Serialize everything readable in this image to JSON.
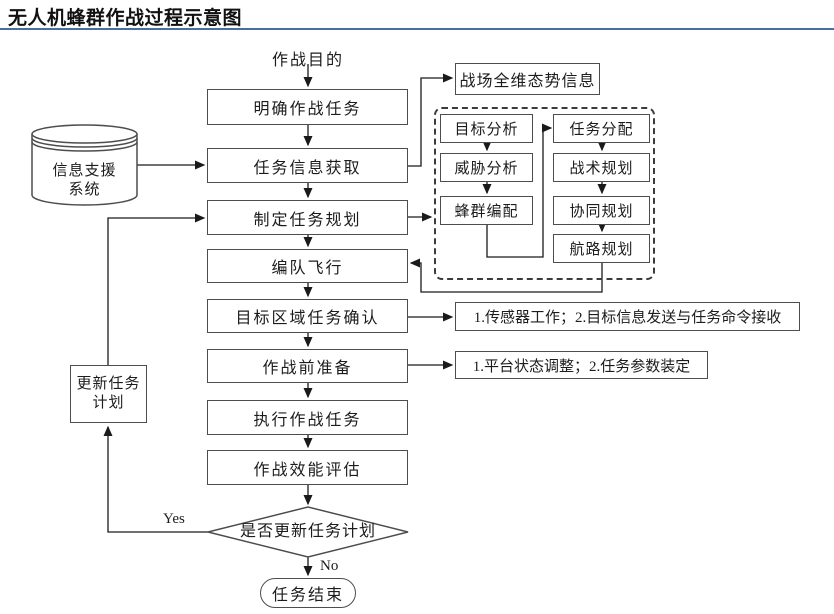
{
  "page": {
    "title": "无人机蜂群作战过程示意图"
  },
  "colors": {
    "title_rule": "#4a6e9e",
    "connector": "#1a1a1a",
    "box_border": "#4d4d4d",
    "text": "#1c1c1c"
  },
  "flowchart": {
    "start_label": "作战目的",
    "main_steps": [
      "明确作战任务",
      "任务信息获取",
      "制定任务规划",
      "编队飞行",
      "目标区域任务确认",
      "作战前准备",
      "执行作战任务",
      "作战效能评估"
    ],
    "decision": {
      "label": "是否更新任务计划",
      "yes_label": "Yes",
      "no_label": "No"
    },
    "end_label": "任务结束",
    "datastore": {
      "line1": "信息支援",
      "line2": "系统"
    },
    "update_box": {
      "line1": "更新任务",
      "line2": "计划"
    },
    "situation_box": "战场全维态势信息",
    "planning_group": {
      "left_column": [
        "目标分析",
        "威胁分析",
        "蜂群编配"
      ],
      "right_column": [
        "任务分配",
        "战术规划",
        "协同规划",
        "航路规划"
      ]
    },
    "annotations": [
      "1.传感器工作；2.目标信息发送与任务命令接收",
      "1.平台状态调整；2.任务参数装定"
    ]
  }
}
